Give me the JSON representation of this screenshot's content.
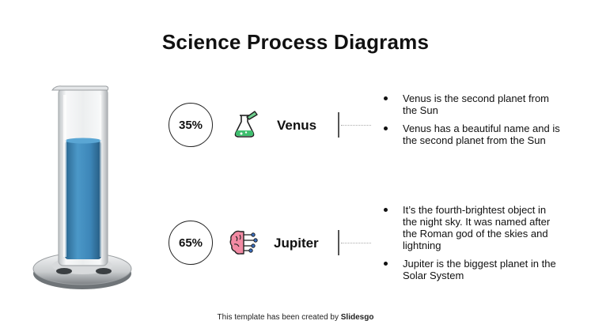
{
  "title": "Science Process Diagrams",
  "items": [
    {
      "percent": "35%",
      "icon": "flask-icon",
      "name": "Venus",
      "bullets": [
        "Venus is the second planet from the Sun",
        "Venus has a beautiful name and is the second planet from the Sun"
      ]
    },
    {
      "percent": "65%",
      "icon": "brain-circuit-icon",
      "name": "Jupiter",
      "bullets": [
        "It’s the fourth-brightest object in the night sky. It was named after the Roman god of the skies and lightning",
        "Jupiter is the biggest planet in the Solar System"
      ]
    }
  ],
  "footer": {
    "prefix": "This template has been created by",
    "brand": "Slidesgo"
  },
  "colors": {
    "liquid": "#3d86b8",
    "flask_liquid": "#3fbf6f",
    "brain": "#e86a87",
    "circuit": "#3a6fc2"
  }
}
